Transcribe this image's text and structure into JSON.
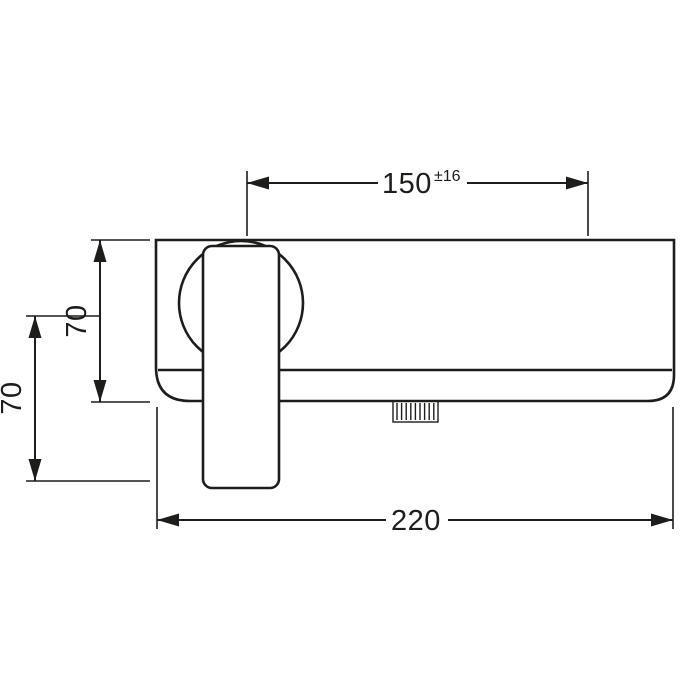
{
  "drawing": {
    "type": "technical-dimension-drawing",
    "subject": "single-lever shower mixer, exposed installation, front view",
    "colors": {
      "line": "#1d1d1b",
      "background": "#ffffff"
    },
    "dimensions": {
      "top_width": {
        "value": "150",
        "tolerance": "±16"
      },
      "body_height": {
        "value": "70"
      },
      "handle_drop": {
        "value": "70"
      },
      "total_width": {
        "value": "220"
      }
    }
  }
}
